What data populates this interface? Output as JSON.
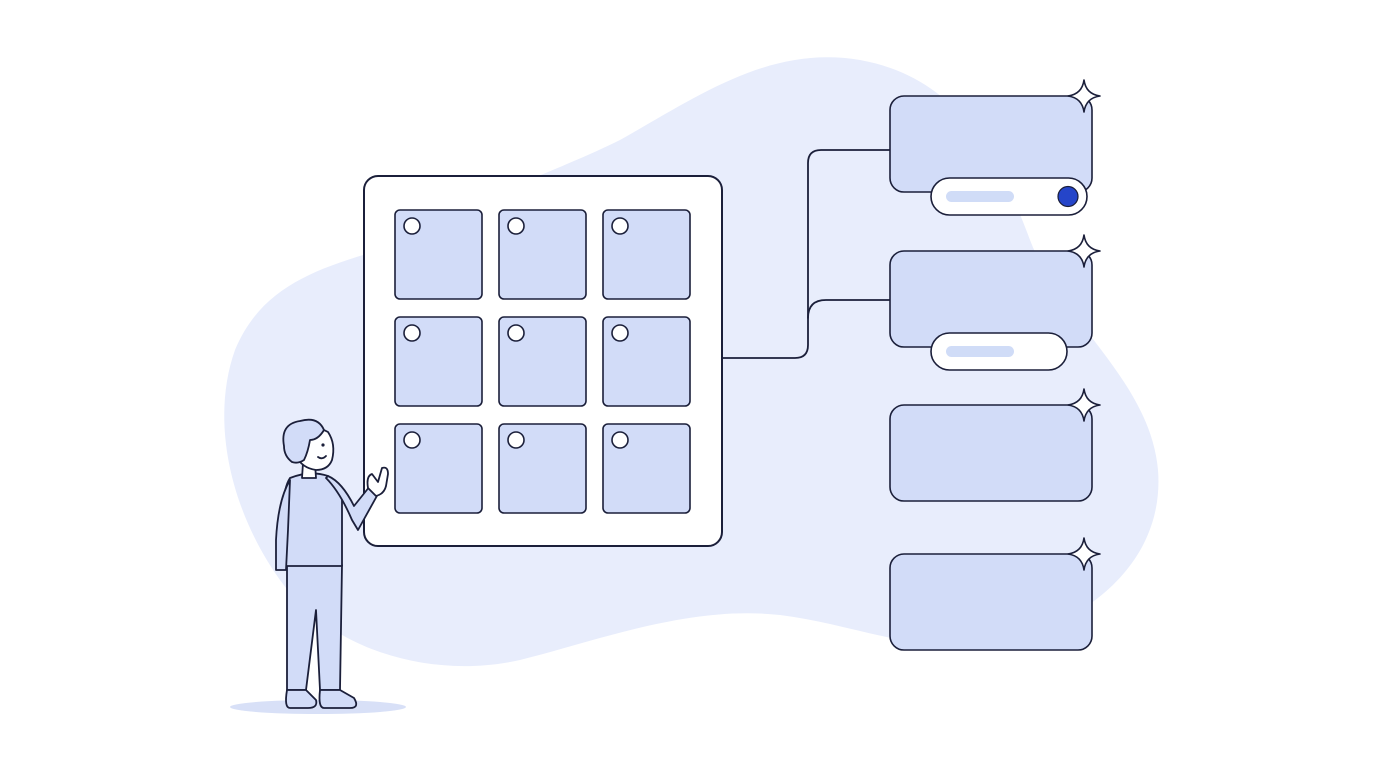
{
  "palette": {
    "background": "#ffffff",
    "blob": "#e8edfc",
    "tile_fill": "#d2dcf8",
    "stroke": "#1b1f3a",
    "panel_fill": "#ffffff",
    "pill_bar": "#d0dcf7",
    "accent_dot": "#2545c9",
    "shadow": "#d8e0f7"
  },
  "illustration": {
    "grid": {
      "rows": 3,
      "cols": 3,
      "tile_marker": "circle-marker"
    },
    "cards": [
      {
        "has_pill": true,
        "pill_has_dot": true,
        "sparkle": "sparkle-icon"
      },
      {
        "has_pill": true,
        "pill_has_dot": false,
        "sparkle": "sparkle-icon"
      },
      {
        "has_pill": false,
        "pill_has_dot": false,
        "sparkle": "sparkle-icon"
      },
      {
        "has_pill": false,
        "pill_has_dot": false,
        "sparkle": "sparkle-icon"
      }
    ],
    "connector_targets": [
      0,
      1
    ],
    "figure": "person-pointing"
  }
}
